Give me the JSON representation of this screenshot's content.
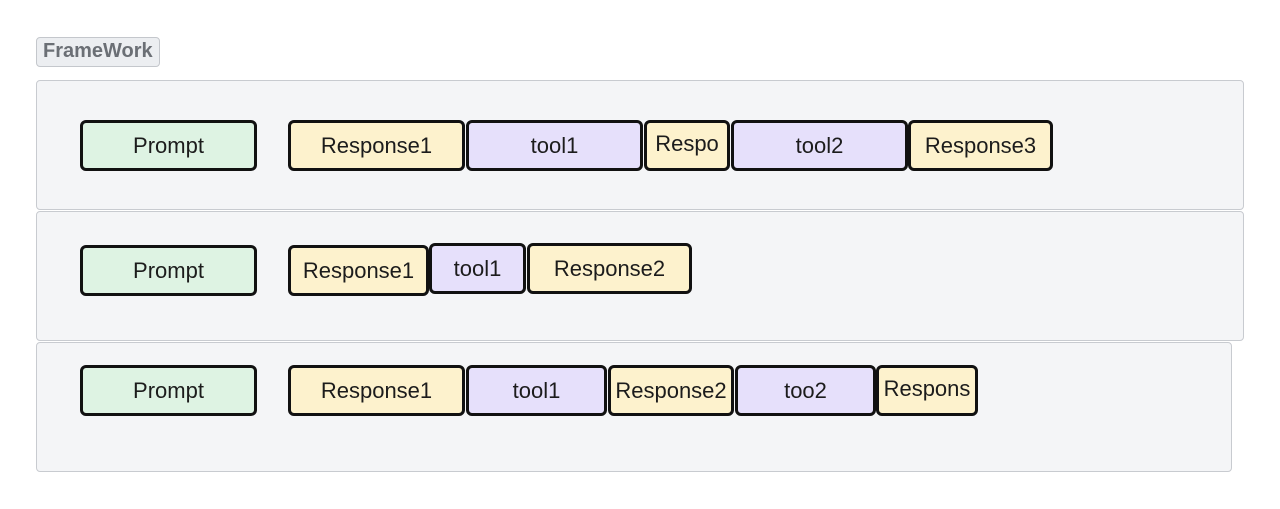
{
  "title": "FrameWork",
  "colors": {
    "prompt": "#def3e3",
    "response": "#fdf2cd",
    "tool": "#e6e0fb",
    "panel": "#f4f5f7",
    "border": "#111111"
  },
  "rows": [
    {
      "blocks": [
        {
          "label": "Prompt",
          "kind": "prompt"
        },
        {
          "label": "Response1",
          "kind": "response"
        },
        {
          "label": "tool1",
          "kind": "tool"
        },
        {
          "label": "Respo",
          "kind": "response"
        },
        {
          "label": "tool2",
          "kind": "tool"
        },
        {
          "label": "Response3",
          "kind": "response"
        }
      ]
    },
    {
      "blocks": [
        {
          "label": "Prompt",
          "kind": "prompt"
        },
        {
          "label": "Response1",
          "kind": "response"
        },
        {
          "label": "tool1",
          "kind": "tool"
        },
        {
          "label": "Response2",
          "kind": "response"
        }
      ]
    },
    {
      "blocks": [
        {
          "label": "Prompt",
          "kind": "prompt"
        },
        {
          "label": "Response1",
          "kind": "response"
        },
        {
          "label": "tool1",
          "kind": "tool"
        },
        {
          "label": "Response2",
          "kind": "response"
        },
        {
          "label": "too2",
          "kind": "tool"
        },
        {
          "label": "Respons",
          "kind": "response"
        }
      ]
    }
  ]
}
